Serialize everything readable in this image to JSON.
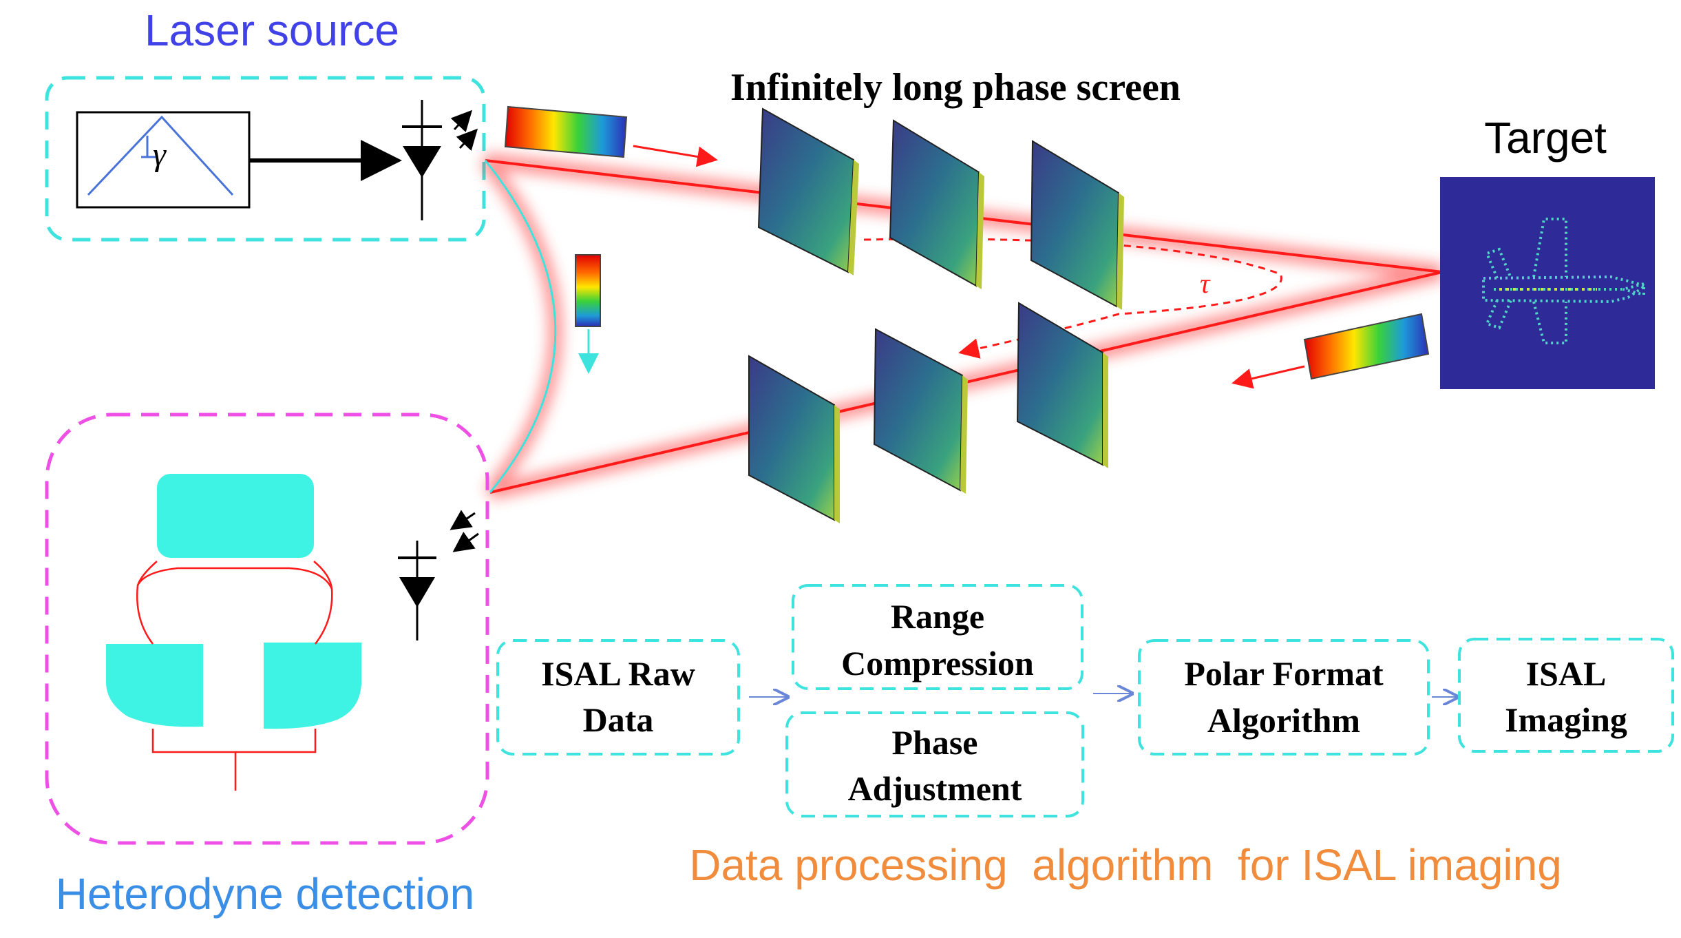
{
  "labels": {
    "laser_source": "Laser source",
    "phase_screen_title": "Infinitely  long phase screen",
    "target": "Target",
    "heterodyne": "Heterodyne detection",
    "gamma": "γ",
    "tau": "τ",
    "data_processing": "Data processing  algorithm  for ISAL imaging"
  },
  "blocks": {
    "raw_data": [
      "ISAL Raw",
      "Data"
    ],
    "range_compression": [
      "Range",
      "Compression"
    ],
    "phase_adjustment": [
      "Phase",
      "Adjustment"
    ],
    "pfa": [
      "Polar Format",
      "Algorithm"
    ],
    "isal_imaging": [
      "ISAL",
      "Imaging"
    ]
  },
  "colors": {
    "laser_box": "#3fe3de",
    "heterodyne_box": "#ee4fe4",
    "laser_label": "#4141e8",
    "heterodyne_label": "#3a8ee6",
    "data_label": "#f08c3c",
    "beam": "#ff1a1a",
    "target_bg": "#2e2a98",
    "detector_fill": "#3ef2e4",
    "flow_arrow": "#6a86d8"
  }
}
